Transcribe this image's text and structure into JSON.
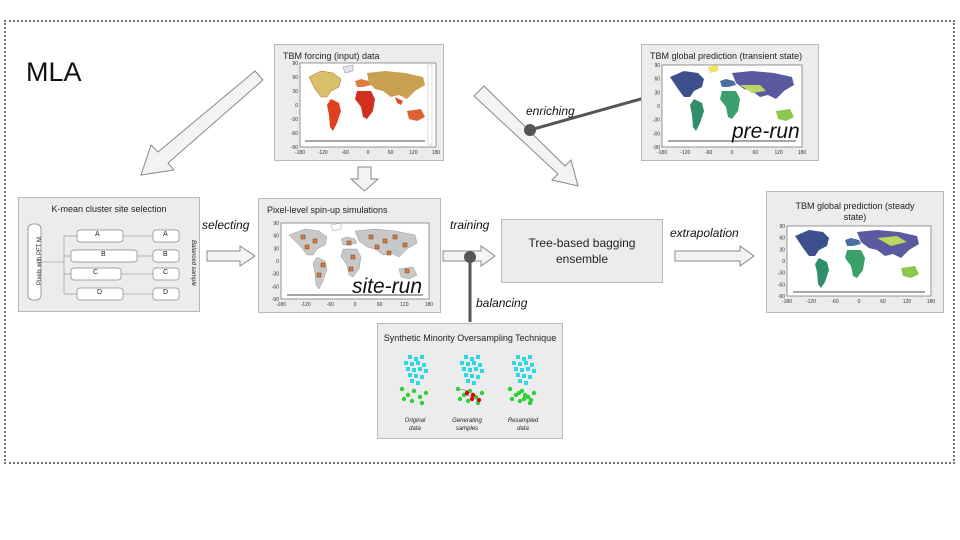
{
  "mla_label": "MLA",
  "forcing": {
    "title": "TBM forcing (input) data",
    "lat_ticks": [
      "90",
      "60",
      "30",
      "0",
      "-30",
      "-60",
      "-90"
    ],
    "lon_ticks": [
      "-180",
      "-120",
      "-60",
      "0",
      "60",
      "120",
      "180"
    ]
  },
  "transient": {
    "title": "TBM global prediction  (transient state)",
    "map_label": "pre-run",
    "lat_ticks": [
      "90",
      "60",
      "30",
      "0",
      "-30",
      "-60",
      "-90"
    ],
    "lon_ticks": [
      "-180",
      "-120",
      "-60",
      "0",
      "60",
      "120",
      "180"
    ]
  },
  "kmean": {
    "title": "K-mean cluster site selection",
    "pixels_label": "Pixels  with PFT M",
    "balanced_label": "Balanced sample",
    "clusters": [
      "A",
      "B",
      "C",
      "D"
    ]
  },
  "spinup": {
    "title": "Pixel-level spin-up simulations",
    "map_label": "site-run",
    "lat_ticks": [
      "90",
      "60",
      "30",
      "0",
      "-30",
      "-60",
      "-90"
    ],
    "lon_ticks": [
      "-180",
      "-120",
      "-60",
      "0",
      "60",
      "120",
      "180"
    ]
  },
  "tree": {
    "label": "Tree-based bagging ensemble"
  },
  "steady": {
    "title": "TBM global prediction (steady state)",
    "lat_ticks": [
      "90",
      "60",
      "30",
      "0",
      "-30",
      "-60",
      "-90"
    ],
    "lon_ticks": [
      "-180",
      "-120",
      "-60",
      "0",
      "60",
      "120",
      "180"
    ]
  },
  "smote": {
    "title": "Synthetic Minority Oversampling Technique",
    "captions": [
      "Original data",
      "Generating samples",
      "Resampled data"
    ]
  },
  "edges": {
    "selecting": "selecting",
    "training": "training",
    "extrapolation": "extrapolation",
    "enriching": "enriching",
    "balancing": "balancing"
  },
  "colors": {
    "panel": "#ececec",
    "arrow_fill": "#f3f3f3",
    "arrow_stroke": "#888888",
    "connector": "#555555",
    "majority_point": "#30d5e8",
    "minority_point": "#2ed03a",
    "synthetic_point": "#e00010"
  }
}
